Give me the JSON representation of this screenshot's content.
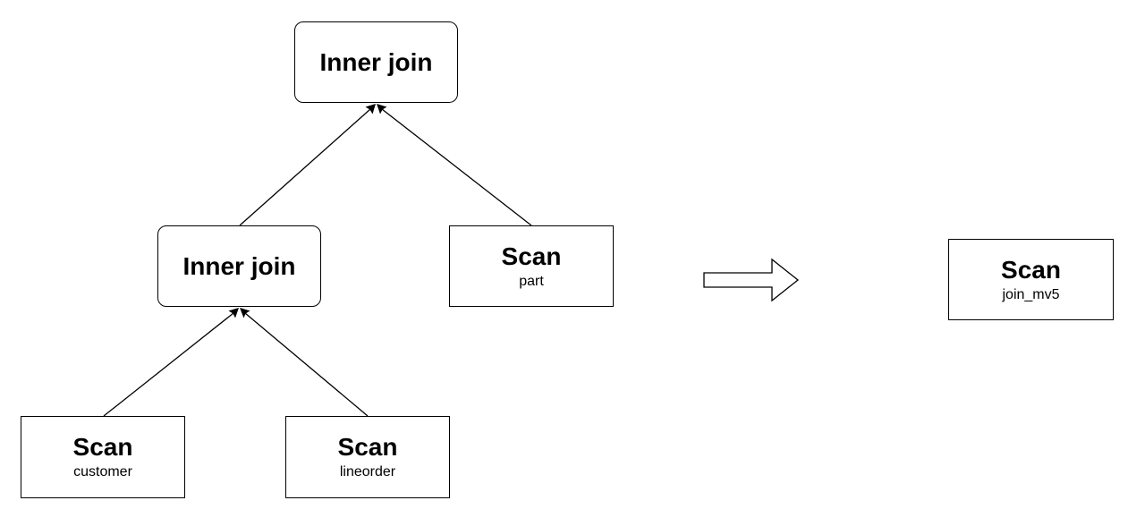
{
  "nodes": {
    "join_top": {
      "title": "Inner join"
    },
    "join_mid": {
      "title": "Inner join"
    },
    "scan_part": {
      "title": "Scan",
      "subtitle": "part"
    },
    "scan_customer": {
      "title": "Scan",
      "subtitle": "customer"
    },
    "scan_lineorder": {
      "title": "Scan",
      "subtitle": "lineorder"
    },
    "scan_mv": {
      "title": "Scan",
      "subtitle": "join_mv5"
    }
  },
  "edges": [
    {
      "from": "join_mid",
      "to": "join_top"
    },
    {
      "from": "scan_part",
      "to": "join_top"
    },
    {
      "from": "scan_customer",
      "to": "join_mid"
    },
    {
      "from": "scan_lineorder",
      "to": "join_mid"
    }
  ],
  "colors": {
    "stroke": "#000000",
    "fill": "#ffffff"
  }
}
